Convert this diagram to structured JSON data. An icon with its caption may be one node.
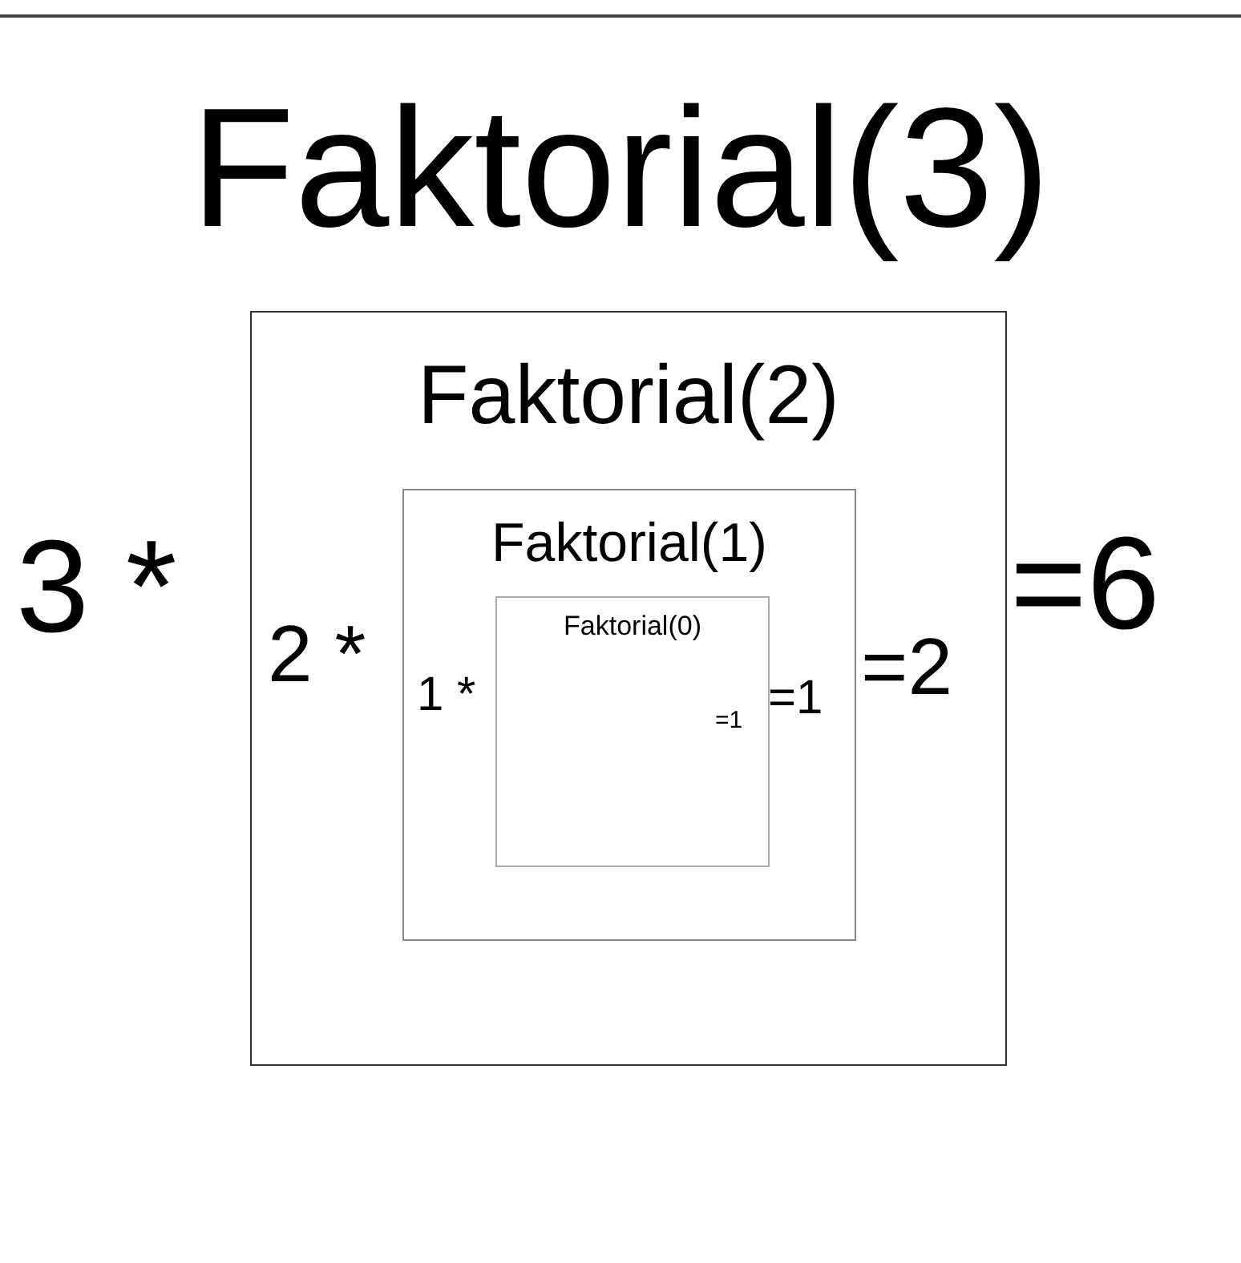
{
  "diagram": {
    "title": "Faktorial(3)",
    "nodes": [
      {
        "text": [
          "Faktorial(2)",
          "2 *",
          "=2"
        ]
      },
      {
        "text": [
          "Faktorial(1)",
          "1 *",
          "=1"
        ],
        "in": 0
      },
      {
        "text": [
          "Faktorial(0)",
          "=1"
        ],
        "in": 1
      }
    ],
    "labels": [
      "3 *",
      "=6"
    ]
  }
}
